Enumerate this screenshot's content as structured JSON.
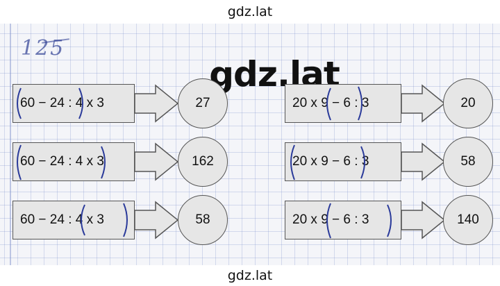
{
  "watermark": {
    "top": "gdz.lat",
    "center": "gdz.lat",
    "bottom": "gdz.lat"
  },
  "task": {
    "number": "125"
  },
  "left_column": [
    {
      "expression": "60 − 24 : 4 x 3",
      "result": "27"
    },
    {
      "expression": "60 − 24 : 4 x 3",
      "result": "162"
    },
    {
      "expression": "60 − 24 : 4 x 3",
      "result": "58"
    }
  ],
  "right_column": [
    {
      "expression": "20 x 9 − 6 : 3",
      "result": "20"
    },
    {
      "expression": "20 x 9 − 6 : 3",
      "result": "58"
    },
    {
      "expression": "20 x 9 − 6 : 3",
      "result": "140"
    }
  ],
  "colors": {
    "ink": "#2a3a9a",
    "box": "#e6e6e6",
    "grid": "#7c8cc8"
  }
}
